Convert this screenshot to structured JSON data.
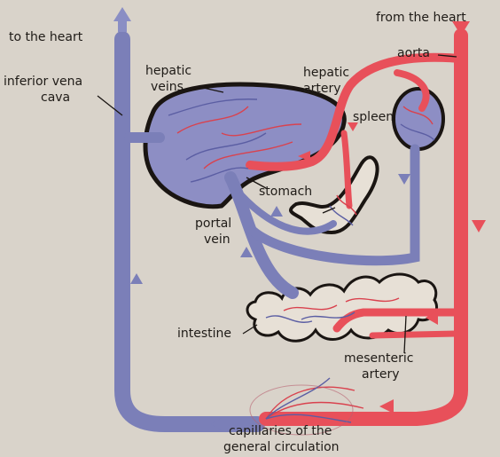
{
  "labels": {
    "to_heart": "to the heart",
    "from_heart": "from the heart",
    "inferior_vena_cava_1": "inferior vena",
    "inferior_vena_cava_2": "cava",
    "hepatic_veins_1": "hepatic",
    "hepatic_veins_2": "veins",
    "hepatic_artery_1": "hepatic",
    "hepatic_artery_2": "artery",
    "aorta": "aorta",
    "spleen": "spleen",
    "stomach": "stomach",
    "portal_vein_1": "portal",
    "portal_vein_2": "vein",
    "intestine": "intestine",
    "mesenteric_artery_1": "mesenteric",
    "mesenteric_artery_2": "artery",
    "capillaries_1": "capillaries of the",
    "capillaries_2": "general circulation"
  },
  "colors": {
    "background": "#d9d3ca",
    "vein": "#7b7fb8",
    "artery": "#e8505a",
    "outline": "#1a1512",
    "text": "#1f1b17"
  }
}
